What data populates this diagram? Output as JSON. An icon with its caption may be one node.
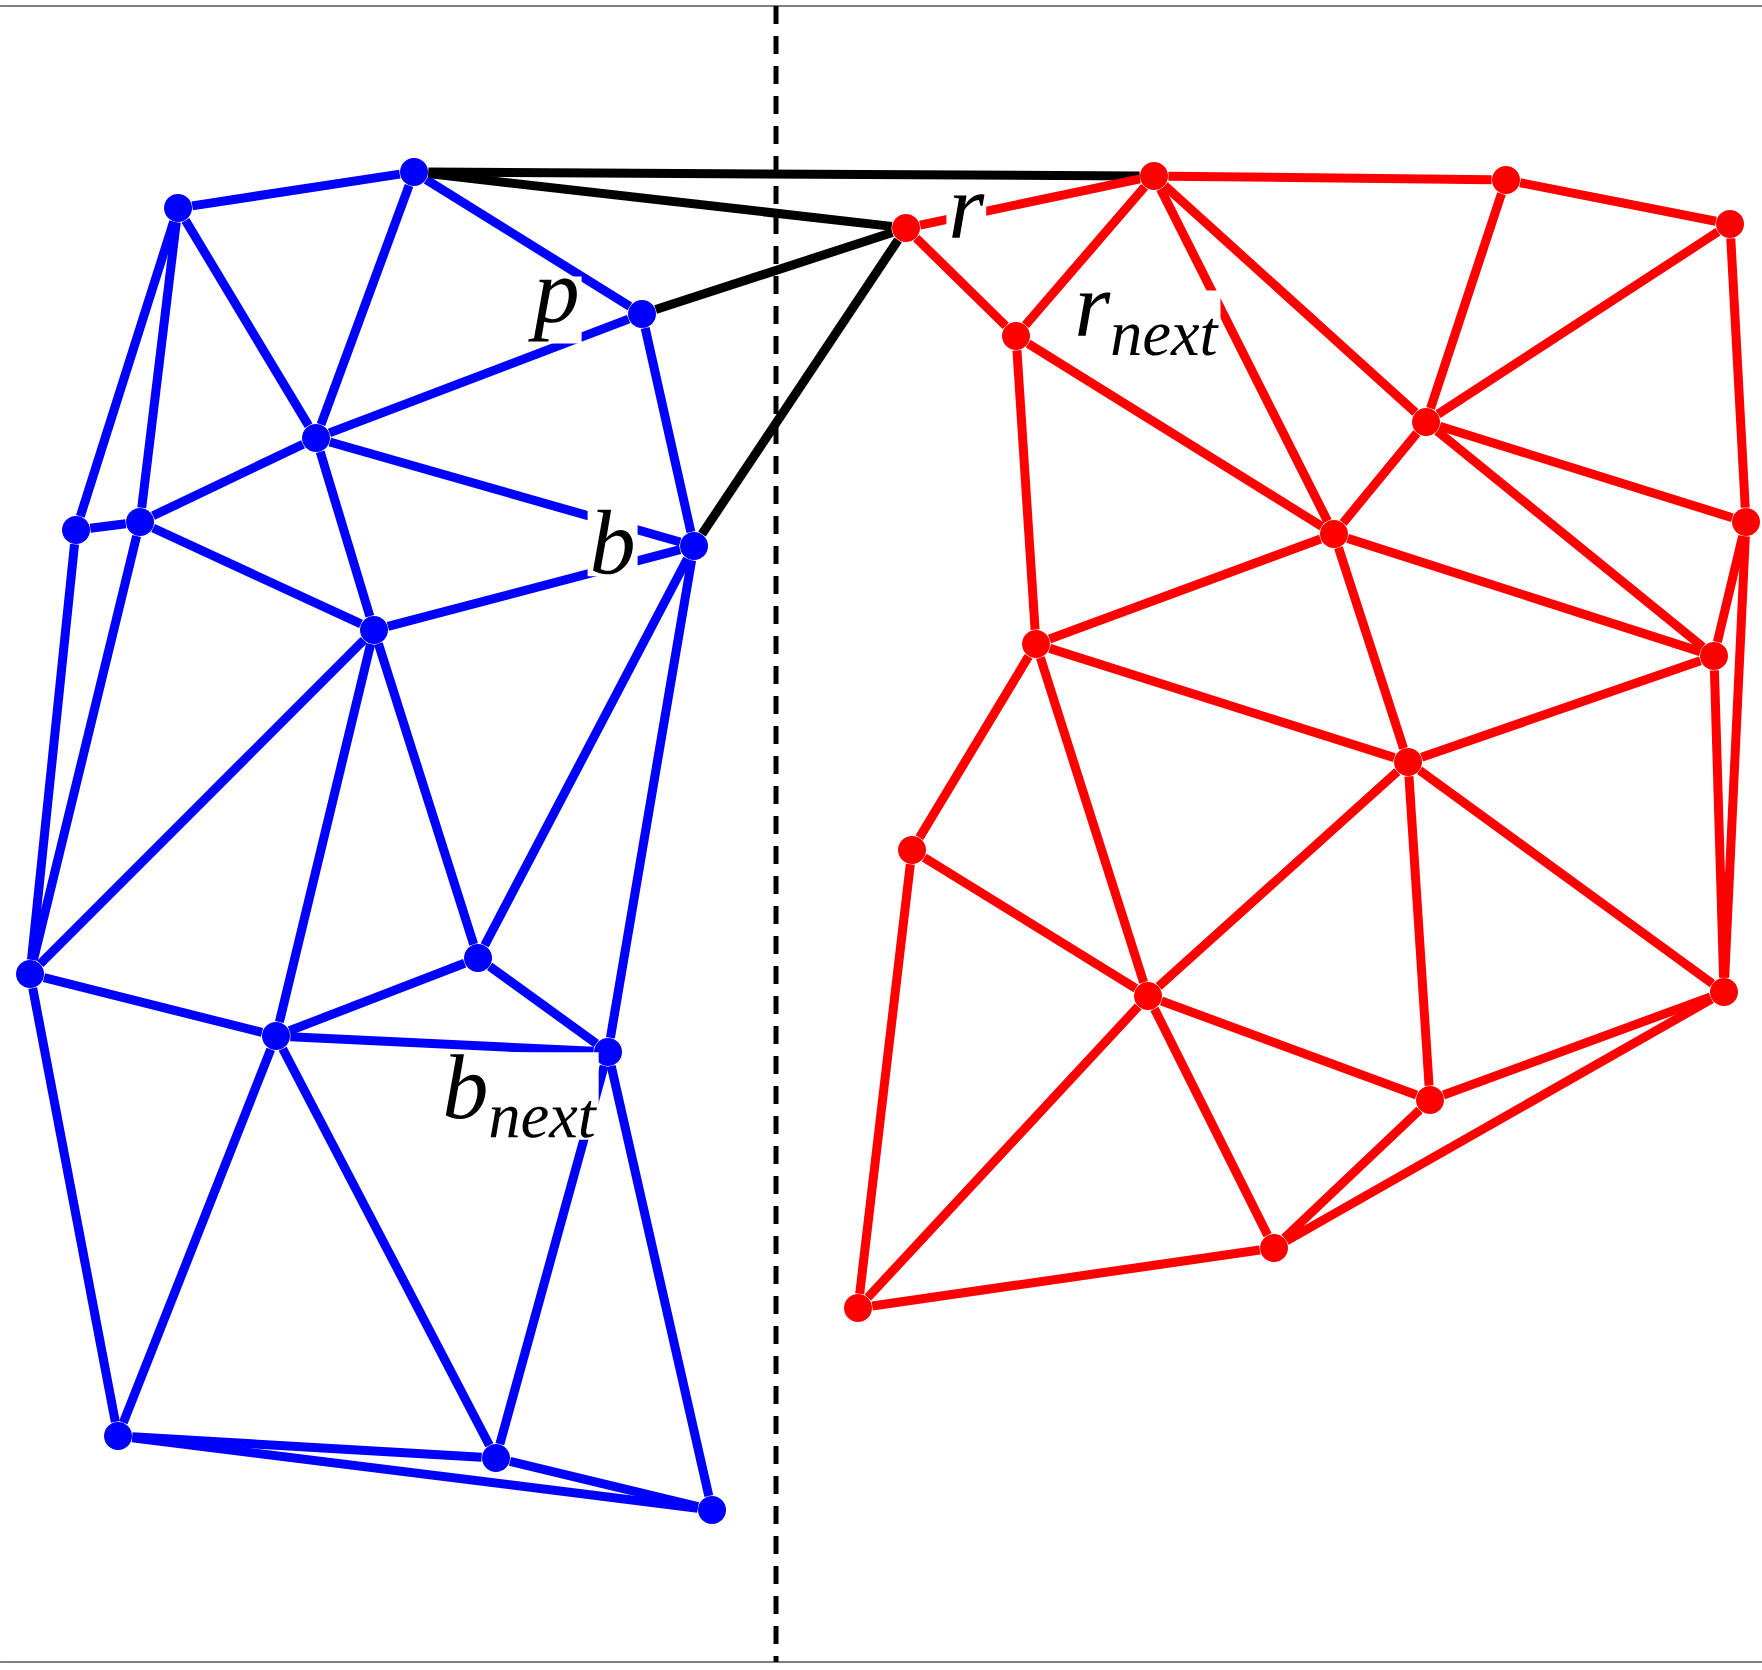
{
  "diagram": {
    "nodes": [
      {
        "text": [],
        "shape": "circle"
      },
      {
        "text": [],
        "shape": "circle"
      },
      {
        "text": [],
        "shape": "circle",
        "beside": [
          "p"
        ]
      },
      {
        "text": [],
        "shape": "circle"
      },
      {
        "text": [],
        "shape": "circle"
      },
      {
        "text": [],
        "shape": "circle"
      },
      {
        "text": [],
        "shape": "circle",
        "beside": [
          "b"
        ]
      },
      {
        "text": [],
        "shape": "circle"
      },
      {
        "text": [],
        "shape": "circle"
      },
      {
        "text": [],
        "shape": "circle"
      },
      {
        "text": [],
        "shape": "circle"
      },
      {
        "text": [],
        "shape": "circle",
        "beside": [
          "b$_{next}$"
        ]
      },
      {
        "text": [],
        "shape": "circle"
      },
      {
        "text": [],
        "shape": "circle"
      },
      {
        "text": [],
        "shape": "circle"
      },
      {
        "text": [],
        "shape": "circle",
        "beside": [
          "r"
        ]
      },
      {
        "text": [],
        "shape": "circle"
      },
      {
        "text": [],
        "shape": "circle"
      },
      {
        "text": [],
        "shape": "circle"
      },
      {
        "text": [],
        "shape": "circle",
        "beside": [
          "r$_{next}$"
        ]
      },
      {
        "text": [],
        "shape": "circle"
      },
      {
        "text": [],
        "shape": "circle"
      },
      {
        "text": [],
        "shape": "circle"
      },
      {
        "text": [],
        "shape": "circle"
      },
      {
        "text": [],
        "shape": "circle"
      },
      {
        "text": [],
        "shape": "circle"
      },
      {
        "text": [],
        "shape": "circle"
      },
      {
        "text": [],
        "shape": "circle"
      },
      {
        "text": [],
        "shape": "circle"
      },
      {
        "text": [],
        "shape": "circle"
      },
      {
        "text": [],
        "shape": "circle"
      },
      {
        "text": [],
        "shape": "circle"
      }
    ],
    "edges": [
      {
        "from": 1,
        "to": 0,
        "arrow": "none",
        "color": "#0000ff"
      },
      {
        "from": 0,
        "to": 3,
        "arrow": "none",
        "color": "#0000ff"
      },
      {
        "from": 0,
        "to": 2,
        "arrow": "none",
        "color": "#0000ff"
      },
      {
        "from": 1,
        "to": 3,
        "arrow": "none",
        "color": "#0000ff"
      },
      {
        "from": 1,
        "to": 4,
        "arrow": "none",
        "color": "#0000ff"
      },
      {
        "from": 1,
        "to": 5,
        "arrow": "none",
        "color": "#0000ff"
      },
      {
        "from": 4,
        "to": 5,
        "arrow": "none",
        "color": "#0000ff"
      },
      {
        "from": 5,
        "to": 3,
        "arrow": "none",
        "color": "#0000ff"
      },
      {
        "from": 3,
        "to": 2,
        "arrow": "none",
        "color": "#0000ff"
      },
      {
        "from": 3,
        "to": 6,
        "arrow": "none",
        "color": "#0000ff"
      },
      {
        "from": 2,
        "to": 6,
        "arrow": "none",
        "color": "#0000ff"
      },
      {
        "from": 5,
        "to": 7,
        "arrow": "none",
        "color": "#0000ff"
      },
      {
        "from": 3,
        "to": 7,
        "arrow": "none",
        "color": "#0000ff"
      },
      {
        "from": 7,
        "to": 6,
        "arrow": "none",
        "color": "#0000ff"
      },
      {
        "from": 4,
        "to": 8,
        "arrow": "none",
        "color": "#0000ff"
      },
      {
        "from": 5,
        "to": 8,
        "arrow": "none",
        "color": "#0000ff"
      },
      {
        "from": 7,
        "to": 8,
        "arrow": "none",
        "color": "#0000ff"
      },
      {
        "from": 7,
        "to": 10,
        "arrow": "none",
        "color": "#0000ff"
      },
      {
        "from": 7,
        "to": 9,
        "arrow": "none",
        "color": "#0000ff"
      },
      {
        "from": 6,
        "to": 9,
        "arrow": "none",
        "color": "#0000ff"
      },
      {
        "from": 6,
        "to": 11,
        "arrow": "none",
        "color": "#0000ff"
      },
      {
        "from": 8,
        "to": 10,
        "arrow": "none",
        "color": "#0000ff"
      },
      {
        "from": 9,
        "to": 10,
        "arrow": "none",
        "color": "#0000ff"
      },
      {
        "from": 9,
        "to": 11,
        "arrow": "none",
        "color": "#0000ff"
      },
      {
        "from": 10,
        "to": 11,
        "arrow": "none",
        "color": "#0000ff"
      },
      {
        "from": 8,
        "to": 12,
        "arrow": "none",
        "color": "#0000ff"
      },
      {
        "from": 10,
        "to": 12,
        "arrow": "none",
        "color": "#0000ff"
      },
      {
        "from": 10,
        "to": 13,
        "arrow": "none",
        "color": "#0000ff"
      },
      {
        "from": 11,
        "to": 13,
        "arrow": "none",
        "color": "#0000ff"
      },
      {
        "from": 11,
        "to": 14,
        "arrow": "none",
        "color": "#0000ff"
      },
      {
        "from": 12,
        "to": 13,
        "arrow": "none",
        "color": "#0000ff"
      },
      {
        "from": 12,
        "to": 14,
        "arrow": "none",
        "color": "#0000ff"
      },
      {
        "from": 13,
        "to": 14,
        "arrow": "none",
        "color": "#0000ff"
      },
      {
        "from": 0,
        "to": 16,
        "arrow": "none",
        "color": "#000000"
      },
      {
        "from": 0,
        "to": 15,
        "arrow": "none",
        "color": "#000000"
      },
      {
        "from": 2,
        "to": 15,
        "arrow": "none",
        "color": "#000000"
      },
      {
        "from": 6,
        "to": 15,
        "arrow": "none",
        "color": "#000000"
      },
      {
        "from": 15,
        "to": 16,
        "arrow": "none"
      },
      {
        "from": 15,
        "to": 19,
        "arrow": "none"
      },
      {
        "from": 16,
        "to": 19,
        "arrow": "none"
      },
      {
        "from": 16,
        "to": 17,
        "arrow": "none"
      },
      {
        "from": 17,
        "to": 18,
        "arrow": "none"
      },
      {
        "from": 16,
        "to": 21,
        "arrow": "none"
      },
      {
        "from": 16,
        "to": 20,
        "arrow": "none"
      },
      {
        "from": 17,
        "to": 20,
        "arrow": "none"
      },
      {
        "from": 18,
        "to": 20,
        "arrow": "none"
      },
      {
        "from": 18,
        "to": 22,
        "arrow": "none"
      },
      {
        "from": 19,
        "to": 21,
        "arrow": "none"
      },
      {
        "from": 19,
        "to": 23,
        "arrow": "none"
      },
      {
        "from": 20,
        "to": 21,
        "arrow": "none"
      },
      {
        "from": 20,
        "to": 22,
        "arrow": "none"
      },
      {
        "from": 20,
        "to": 24,
        "arrow": "none"
      },
      {
        "from": 22,
        "to": 24,
        "arrow": "none"
      },
      {
        "from": 22,
        "to": 28,
        "arrow": "none"
      },
      {
        "from": 24,
        "to": 28,
        "arrow": "none"
      },
      {
        "from": 21,
        "to": 23,
        "arrow": "none"
      },
      {
        "from": 21,
        "to": 25,
        "arrow": "none"
      },
      {
        "from": 21,
        "to": 24,
        "arrow": "none"
      },
      {
        "from": 23,
        "to": 25,
        "arrow": "none"
      },
      {
        "from": 23,
        "to": 26,
        "arrow": "none"
      },
      {
        "from": 23,
        "to": 27,
        "arrow": "none"
      },
      {
        "from": 25,
        "to": 24,
        "arrow": "none"
      },
      {
        "from": 25,
        "to": 27,
        "arrow": "none"
      },
      {
        "from": 25,
        "to": 29,
        "arrow": "none"
      },
      {
        "from": 25,
        "to": 28,
        "arrow": "none"
      },
      {
        "from": 26,
        "to": 27,
        "arrow": "none"
      },
      {
        "from": 26,
        "to": 31,
        "arrow": "none"
      },
      {
        "from": 27,
        "to": 31,
        "arrow": "none"
      },
      {
        "from": 27,
        "to": 29,
        "arrow": "none"
      },
      {
        "from": 27,
        "to": 30,
        "arrow": "none"
      },
      {
        "from": 29,
        "to": 28,
        "arrow": "none"
      },
      {
        "from": 29,
        "to": 30,
        "arrow": "none"
      },
      {
        "from": 30,
        "to": 28,
        "arrow": "none"
      },
      {
        "from": 30,
        "to": 31,
        "arrow": "none"
      }
    ]
  }
}
